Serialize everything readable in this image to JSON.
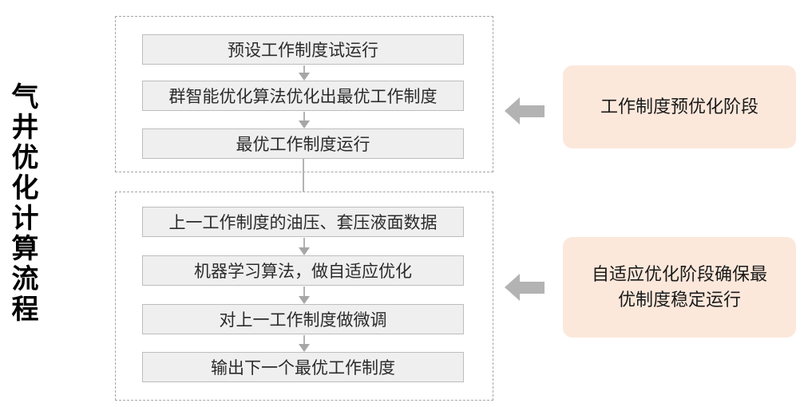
{
  "title": "气井优化计算流程",
  "stage1": {
    "steps": [
      "预设工作制度试运行",
      "群智能优化算法优化出最优工作制度",
      "最优工作制度运行"
    ],
    "callout": "工作制度预优化阶段"
  },
  "stage2": {
    "steps": [
      "上一工作制度的油压、套压液面数据",
      "机器学习算法，做自适应优化",
      "对上一工作制度做微调",
      "输出下一个最优工作制度"
    ],
    "callout": "自适应优化阶段确保最优制度稳定运行"
  },
  "colors": {
    "process_box_fill": "#EFEFEF",
    "process_box_border": "#BDBDBD",
    "stage_border_dashed": "#A6A6A6",
    "connector_arrow": "#A6A6A6",
    "block_arrow": "#B3B3B3",
    "callout_fill": "#FCE8DB",
    "text": "#2B2B2B"
  }
}
